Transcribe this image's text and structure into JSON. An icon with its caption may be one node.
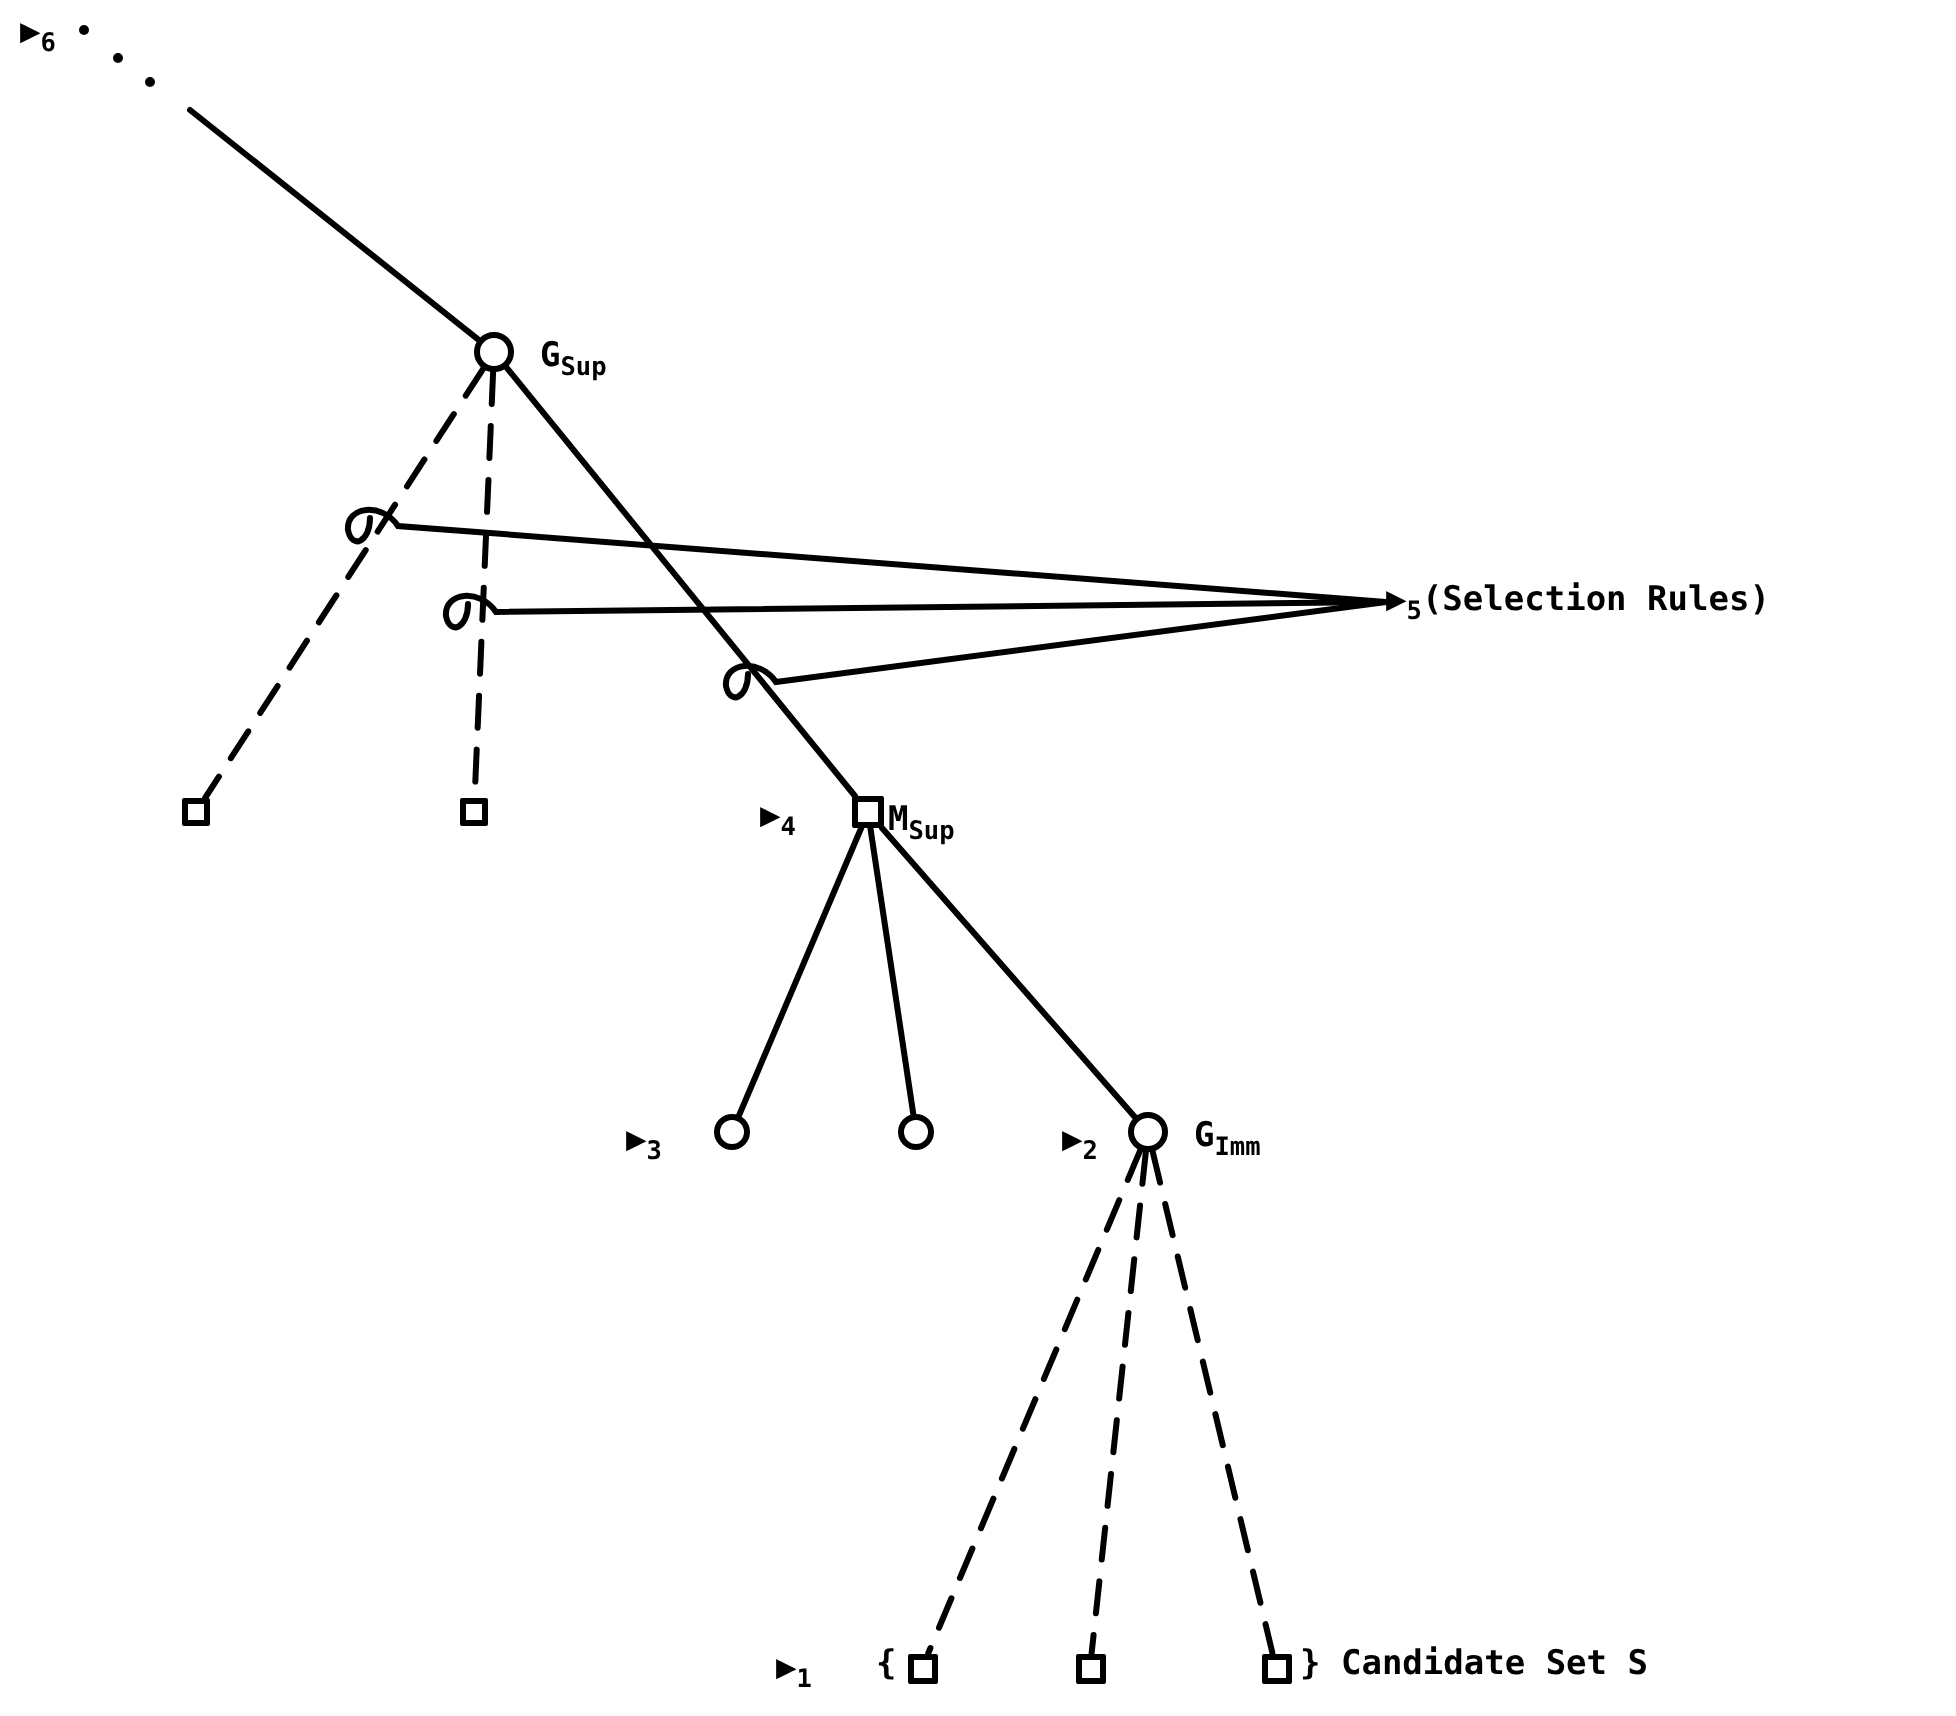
{
  "diagram": {
    "nodes": [
      {
        "text": [],
        "shape": "circle",
        "beside": [
          "G$_{Sup}$"
        ]
      },
      {
        "text": [],
        "shape": "box"
      },
      {
        "text": [],
        "shape": "box"
      },
      {
        "text": [],
        "shape": "box",
        "beside": [
          "M$_{Sup}$"
        ]
      },
      {
        "text": [],
        "shape": "circle"
      },
      {
        "text": [],
        "shape": "circle"
      },
      {
        "text": [],
        "shape": "circle",
        "beside": [
          "G$_{Imm}$"
        ]
      },
      {
        "text": [],
        "shape": "box"
      },
      {
        "text": [],
        "shape": "box"
      },
      {
        "text": [],
        "shape": "box"
      },
      {
        "text": [
          "▶$_{5}$(Selection Rules)"
        ]
      }
    ],
    "edges": [
      {
        "from": null,
        "to": 0,
        "arrow": "none"
      },
      {
        "from": 0,
        "to": 1,
        "arrow": "none",
        "style": "dashed"
      },
      {
        "from": 0,
        "to": 2,
        "arrow": "none",
        "style": "dashed"
      },
      {
        "from": 0,
        "to": 3,
        "arrow": "none"
      },
      {
        "from": 3,
        "to": 4,
        "arrow": "none"
      },
      {
        "from": 3,
        "to": 5,
        "arrow": "none"
      },
      {
        "from": 3,
        "to": 6,
        "arrow": "none"
      },
      {
        "from": 6,
        "to": 7,
        "arrow": "none",
        "style": "dashed"
      },
      {
        "from": 6,
        "to": 8,
        "arrow": "none",
        "style": "dashed"
      },
      {
        "from": 6,
        "to": 9,
        "arrow": "none",
        "style": "dashed"
      },
      {
        "from": 10,
        "to": null,
        "arrow": "none"
      },
      {
        "from": 10,
        "to": null,
        "arrow": "none"
      },
      {
        "from": 10,
        "to": null,
        "arrow": "none"
      }
    ],
    "labels": [
      "▶$_{6}$",
      "▶$_{4}$",
      "▶$_{3}$",
      "▶$_{2}$",
      "▶$_{1}$",
      "{",
      "} Candidate Set S"
    ]
  }
}
